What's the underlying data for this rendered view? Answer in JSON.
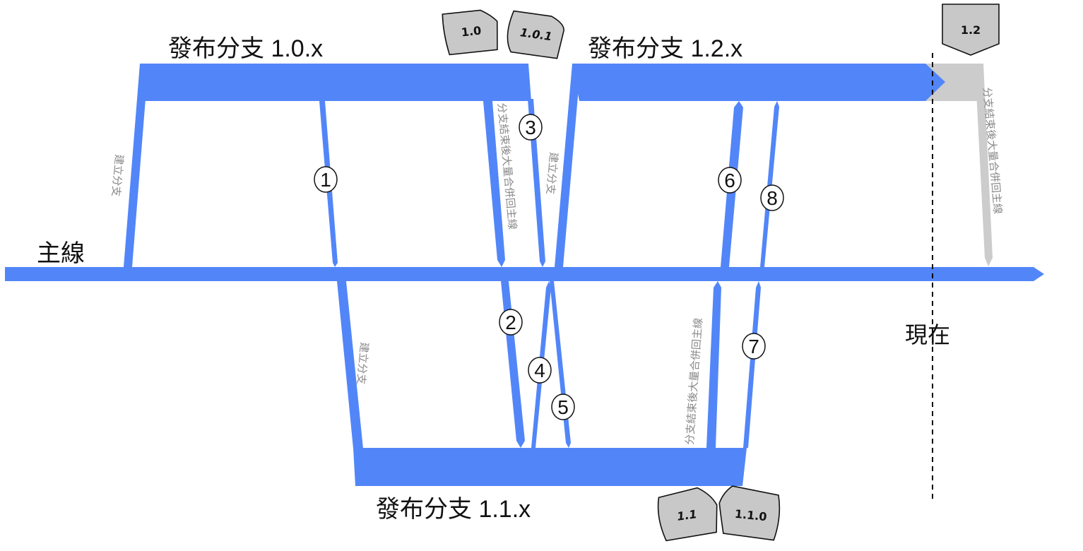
{
  "colors": {
    "branch": "#5286f8",
    "future": "#cccccc",
    "future_text": "#8a8a8a",
    "tag_fill": "#c8c8c8",
    "tag_stroke": "#111111",
    "text": "#111111"
  },
  "labels": {
    "mainline": "主線",
    "release_10": "發布分支 1.0.x",
    "release_11": "發布分支 1.1.x",
    "release_12": "發布分支 1.2.x",
    "now": "現在",
    "create_branch": "建立分支",
    "merge_back": "分支結束後大量合併回主線"
  },
  "tags": {
    "t10": "1.0",
    "t101": "1.0.1",
    "t11": "1.1",
    "t110": "1.1.0",
    "t12": "1.2"
  },
  "merges": {
    "m1": "1",
    "m2": "2",
    "m3": "3",
    "m4": "4",
    "m5": "5",
    "m6": "6",
    "m7": "7",
    "m8": "8"
  }
}
